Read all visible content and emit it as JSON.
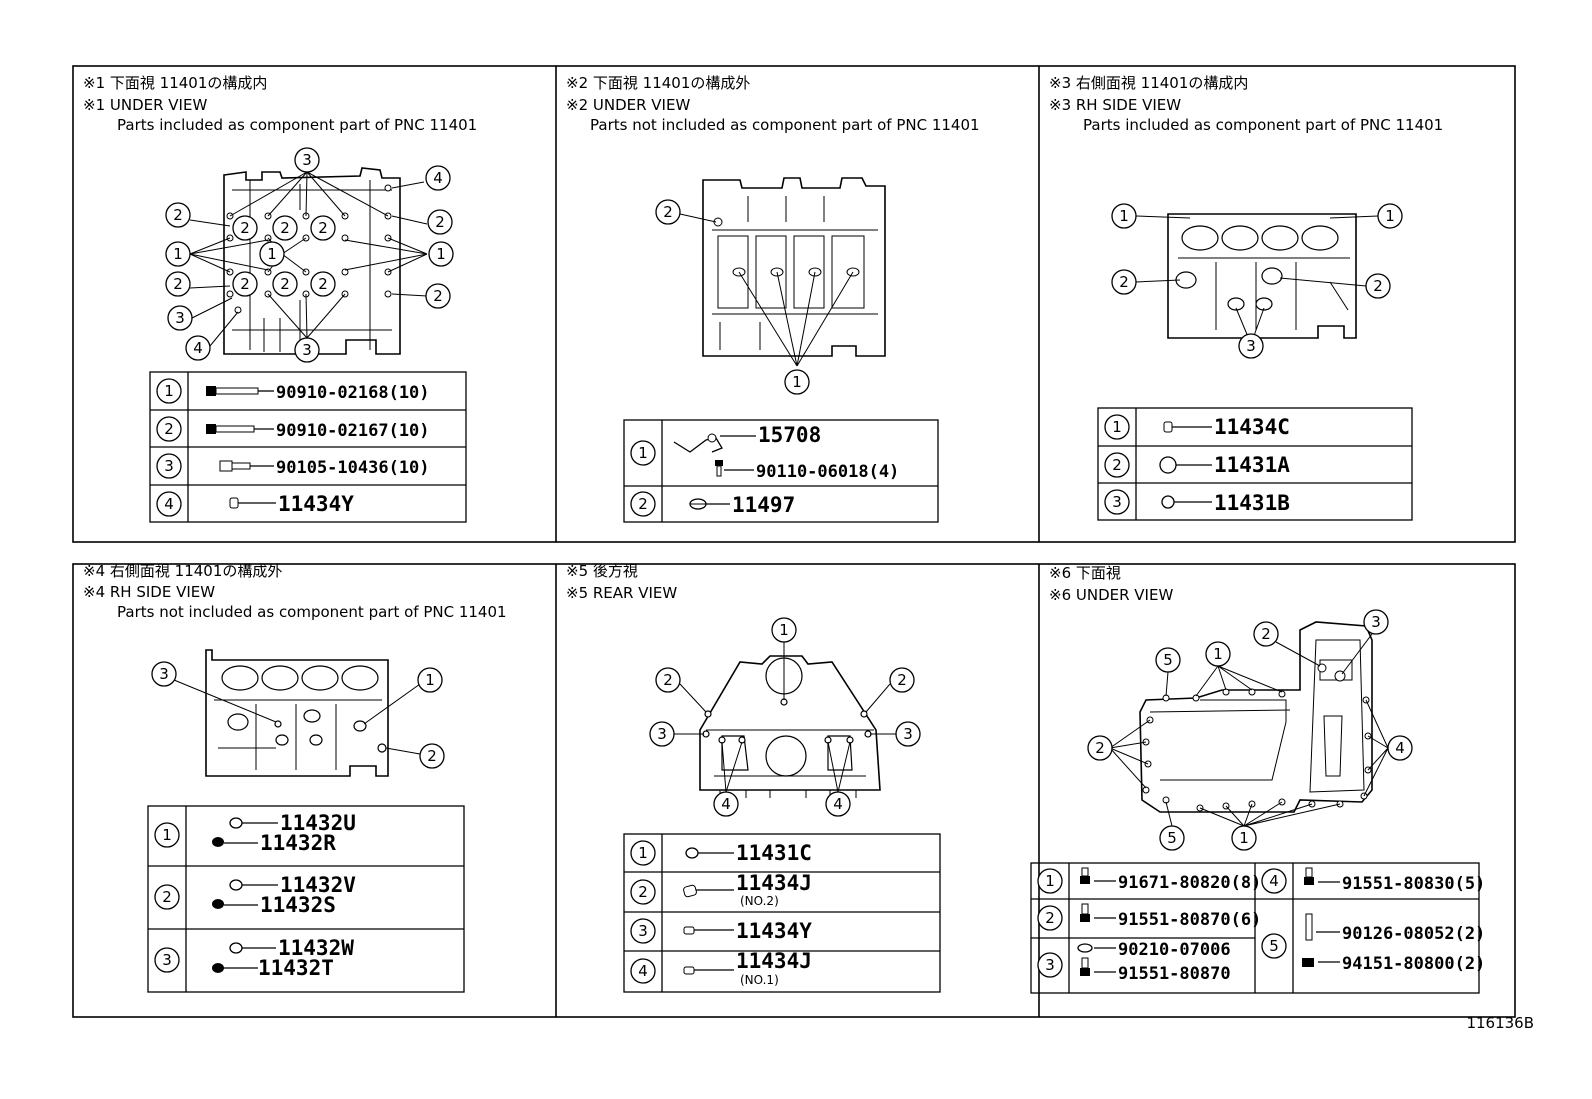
{
  "figure_id": "116136B",
  "panels": [
    {
      "header_jp": "※1 下面視 11401の構成内",
      "header_en": "※1 UNDER VIEW",
      "note": "Parts included as component part of PNC 11401",
      "parts": [
        {
          "num": "1",
          "code": "90910-02168(10)"
        },
        {
          "num": "2",
          "code": "90910-02167(10)"
        },
        {
          "num": "3",
          "code": "90105-10436(10)"
        },
        {
          "num": "4",
          "code": "11434Y"
        }
      ]
    },
    {
      "header_jp": "※2 下面視 11401の構成外",
      "header_en": "※2 UNDER VIEW",
      "note": "Parts not included as component part of PNC 11401",
      "parts": [
        {
          "num": "1",
          "code": "15708",
          "code2": "90110-06018(4)"
        },
        {
          "num": "2",
          "code": "11497"
        }
      ]
    },
    {
      "header_jp": "※3 右側面視 11401の構成内",
      "header_en": "※3 RH SIDE VIEW",
      "note": "Parts included as component part of PNC 11401",
      "parts": [
        {
          "num": "1",
          "code": "11434C"
        },
        {
          "num": "2",
          "code": "11431A"
        },
        {
          "num": "3",
          "code": "11431B"
        }
      ]
    },
    {
      "header_jp": "※4 右側面視 11401の構成外",
      "header_en": "※4 RH SIDE VIEW",
      "note": "Parts not included as component part of PNC 11401",
      "parts": [
        {
          "num": "1",
          "code": "11432U",
          "code2": "11432R"
        },
        {
          "num": "2",
          "code": "11432V",
          "code2": "11432S"
        },
        {
          "num": "3",
          "code": "11432W",
          "code2": "11432T"
        }
      ]
    },
    {
      "header_jp": "※5 後方視",
      "header_en": "※5 REAR VIEW",
      "parts": [
        {
          "num": "1",
          "code": "11431C"
        },
        {
          "num": "2",
          "code": "11434J",
          "sub": "(NO.2)"
        },
        {
          "num": "3",
          "code": "11434Y"
        },
        {
          "num": "4",
          "code": "11434J",
          "sub": "(NO.1)"
        }
      ]
    },
    {
      "header_jp": "※6 下面視",
      "header_en": "※6 UNDER VIEW",
      "parts": [
        {
          "num": "1",
          "code": "91671-80820(8)"
        },
        {
          "num": "2",
          "code": "91551-80870(6)"
        },
        {
          "num": "3",
          "code": "90210-07006",
          "code2": "91551-80870"
        },
        {
          "num": "4",
          "code": "91551-80830(5)"
        },
        {
          "num": "5",
          "code": "90126-08052(2)",
          "code2": "94151-80800(2)"
        }
      ]
    }
  ]
}
